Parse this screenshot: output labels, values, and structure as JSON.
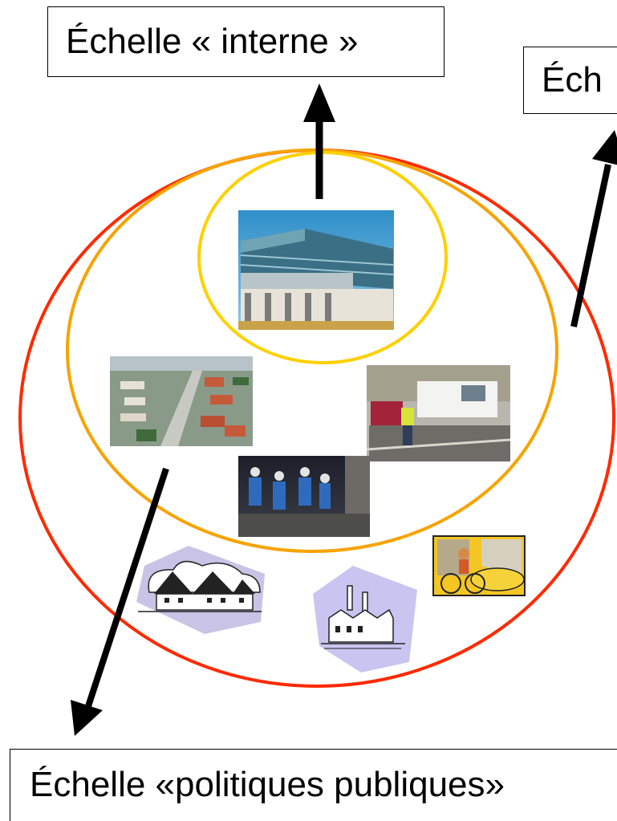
{
  "labels": {
    "interne": "Échelle « interne »",
    "right_truncated": "Éch",
    "politiques": "Échelle «politiques publiques»"
  },
  "colors": {
    "outer_ellipse": "#ff2a00",
    "middle_ellipse": "#f7a300",
    "inner_ellipse": "#ffd000",
    "arrows": "#000000"
  },
  "images": [
    {
      "name": "office-building-photo"
    },
    {
      "name": "aerial-town-photo"
    },
    {
      "name": "street-works-photo"
    },
    {
      "name": "tunnel-workers-photo"
    },
    {
      "name": "cyclist-clipart"
    },
    {
      "name": "houses-clipart"
    },
    {
      "name": "factory-clipart"
    }
  ]
}
